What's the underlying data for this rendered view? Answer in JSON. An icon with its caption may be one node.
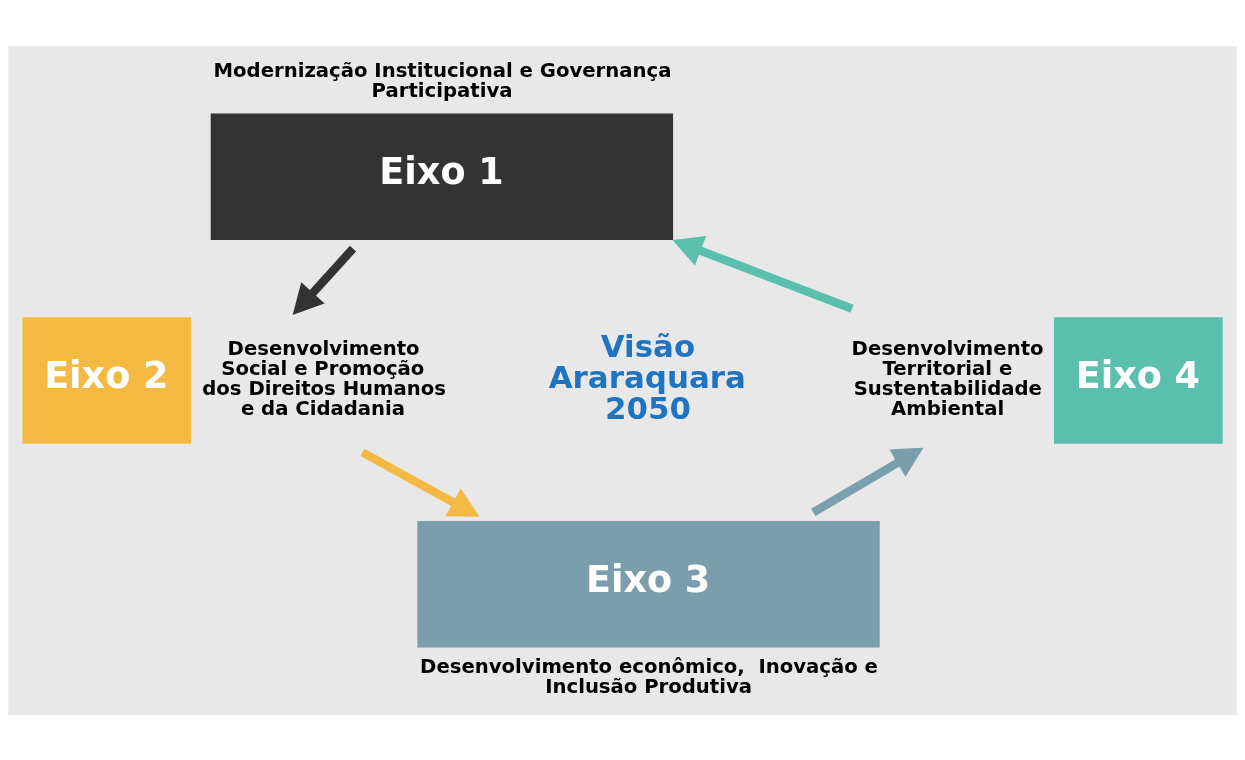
{
  "diagram": {
    "nodes": [
      {
        "text": [
          "Eixo 1"
        ],
        "beside": [
          "Modernização Institucional e Governança Participativa"
        ]
      },
      {
        "text": [
          "Eixo 2"
        ],
        "beside": [
          "Desenvolvimento Social e Promoção dos Direitos Humanos e da Cidadania"
        ]
      },
      {
        "text": [
          "Eixo 3"
        ],
        "beside": [
          "Desenvolvimento econômico,  Inovação e Inclusão Produtiva"
        ]
      },
      {
        "text": [
          "Eixo 4"
        ],
        "beside": [
          "Desenvolvimento Territorial e Sustentabilidade Ambiental"
        ]
      }
    ],
    "edges": [
      {
        "from": 0,
        "to": 1,
        "arrow": "to",
        "color": "#333333"
      },
      {
        "from": 1,
        "to": 2,
        "arrow": "to",
        "color": "#f4b942"
      },
      {
        "from": 2,
        "to": 3,
        "arrow": "to",
        "color": "#7a9eab"
      },
      {
        "from": 3,
        "to": 0,
        "arrow": "to",
        "color": "#5bbfad"
      }
    ],
    "labels": [
      "Visão Araraquara 2050"
    ]
  }
}
